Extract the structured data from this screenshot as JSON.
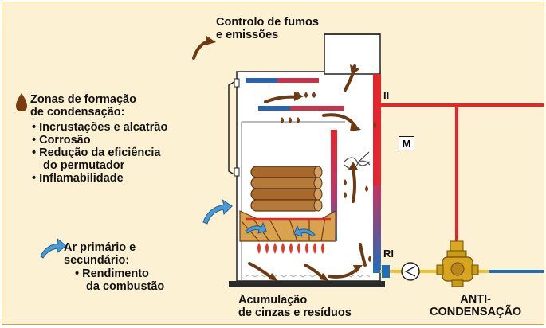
{
  "labels": {
    "smoke_control": [
      "Controlo de fumos",
      "e emissões"
    ],
    "condensation_zones": {
      "title": [
        "Zonas de formação",
        "de condensação:"
      ],
      "items": [
        [
          "• Incrustações e alcatrão"
        ],
        [
          "• Corrosão"
        ],
        [
          "• Redução da eficiência",
          "do permutador"
        ],
        [
          "• Inflamabilidade"
        ]
      ]
    },
    "air": {
      "title": [
        "Ar primário e",
        "secundário:"
      ],
      "items": [
        [
          "• Rendimento",
          "da combustão"
        ]
      ]
    },
    "ash": [
      "Acumulação",
      "de cinzas e resíduos"
    ],
    "anti_condensation": [
      "ANTI-",
      "CONDENSAÇÃO"
    ],
    "tag_ii": "II",
    "tag_m": "M",
    "tag_ri": "RI"
  },
  "colors": {
    "background": "#fdf1d3",
    "hot_pipe": "#e4262b",
    "cold_pipe": "#1f6fb8",
    "smoke_arrow": "#6b3a12",
    "droplet": "#7a3d0f",
    "air_arrow": "#4a9ad6",
    "valve": "#c99a1c",
    "log": "#a86a2c",
    "flame": "#e8362b"
  }
}
